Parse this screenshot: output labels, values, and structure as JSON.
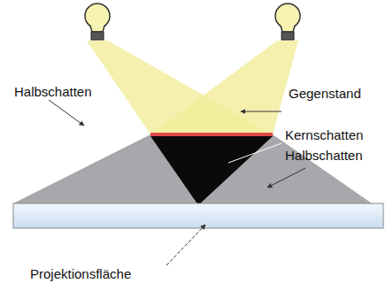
{
  "diagram": {
    "labels": [
      "Gegenstand",
      "Halbschatten",
      "Kernschatten",
      "Halbschatten",
      "Projektionsfläche"
    ]
  }
}
